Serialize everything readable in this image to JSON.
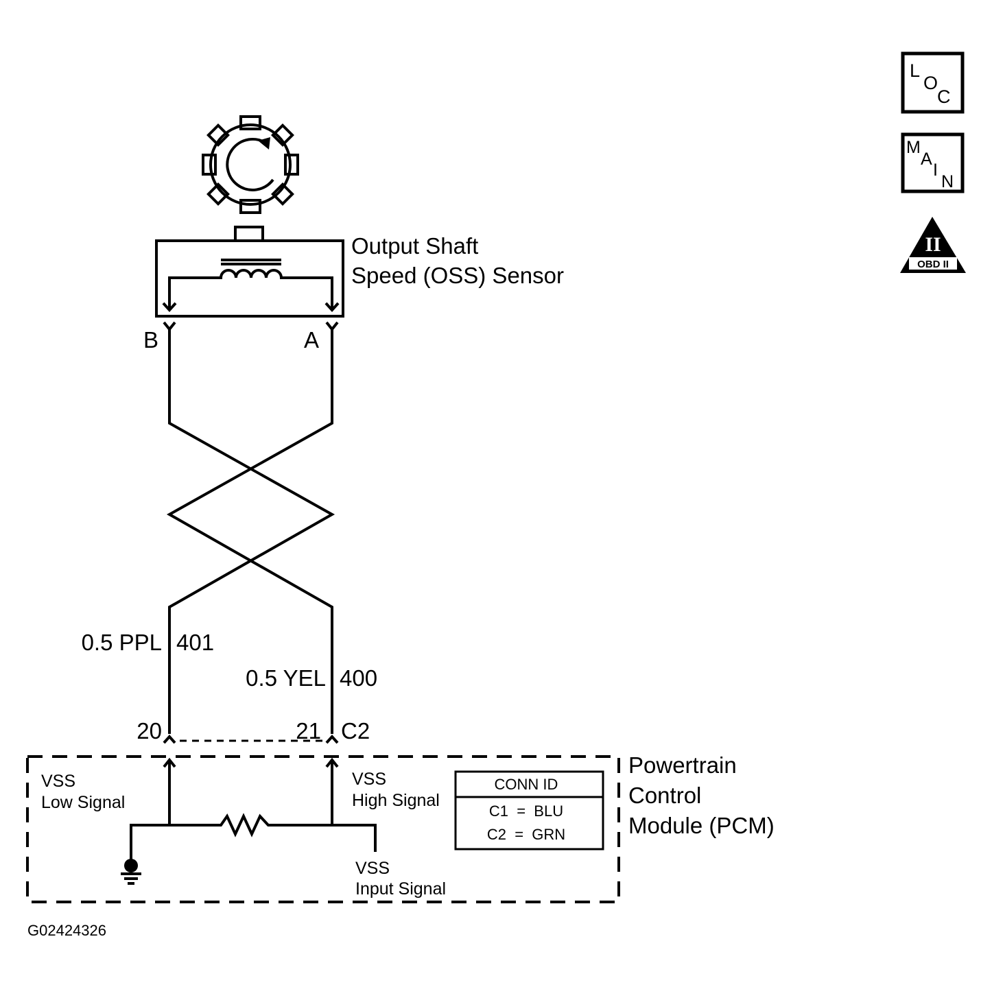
{
  "sensor": {
    "name_line1": "Output Shaft",
    "name_line2": "Speed (OSS) Sensor",
    "pin_b": "B",
    "pin_a": "A"
  },
  "wires": {
    "low": {
      "gauge_color": "0.5 PPL",
      "circuit": "401",
      "pcm_pin": "20"
    },
    "high": {
      "gauge_color": "0.5 YEL",
      "circuit": "400",
      "pcm_pin": "21"
    },
    "connector": "C2"
  },
  "pcm": {
    "name_line1": "Powertrain",
    "name_line2": "Control",
    "name_line3": "Module (PCM)",
    "low_label_1": "VSS",
    "low_label_2": "Low Signal",
    "high_label_1": "VSS",
    "high_label_2": "High Signal",
    "input_label_1": "VSS",
    "input_label_2": "Input Signal",
    "conn_table": {
      "header": "CONN ID",
      "row1": "C1  =  BLU",
      "row2": "C2  =  GRN"
    }
  },
  "badges": {
    "loc": {
      "l1": "L",
      "l2": "O",
      "l3": "C"
    },
    "main": {
      "l1": "M",
      "l2": "A",
      "l3": "I",
      "l4": "N"
    },
    "obd": {
      "roman": "II",
      "label": "OBD II"
    }
  },
  "figure_id": "G02424326"
}
